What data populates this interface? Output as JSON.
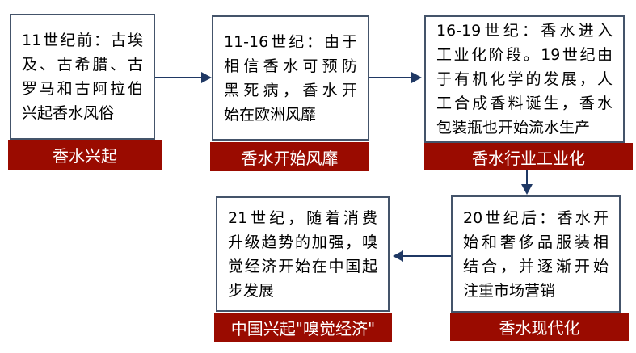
{
  "palette": {
    "background": "#FFFFFF",
    "label-bg": "#9A0B00",
    "label-text": "#FFFFFF",
    "box-border": "#44546A",
    "arrow": "#1F3864",
    "body-text": "#000000"
  },
  "boxes": [
    {
      "name": "perfume-rise",
      "lines": [
        "11世纪前：古埃",
        "及、古希腊、古",
        "罗马和古阿拉伯",
        "兴起香水风俗"
      ],
      "label": "香水兴起"
    },
    {
      "name": "perfume-popular",
      "lines": [
        "11-16世纪：由于",
        "相信香水可预防",
        "黑死病，香水开",
        "始在欧洲风靡"
      ],
      "label": "香水开始风靡"
    },
    {
      "name": "industrialization",
      "lines": [
        "16-19世纪：香水进入",
        "工业化阶段。19世纪由",
        "于有机化学的发展，人",
        "工合成香料诞生，香水",
        "包装瓶也开始流水生产"
      ],
      "label": "香水行业工业化"
    },
    {
      "name": "modernization",
      "lines": [
        "20世纪后：香水开",
        "始和奢侈品服装相",
        "结合，并逐渐开始",
        "注重市场营销"
      ],
      "label": "香水现代化"
    },
    {
      "name": "china-scent-economy",
      "lines": [
        "21世纪，随着消费",
        "升级趋势的加强，嗅",
        "觉经济开始在中国起",
        "步发展"
      ],
      "label": "中国兴起\"嗅觉经济\""
    }
  ]
}
